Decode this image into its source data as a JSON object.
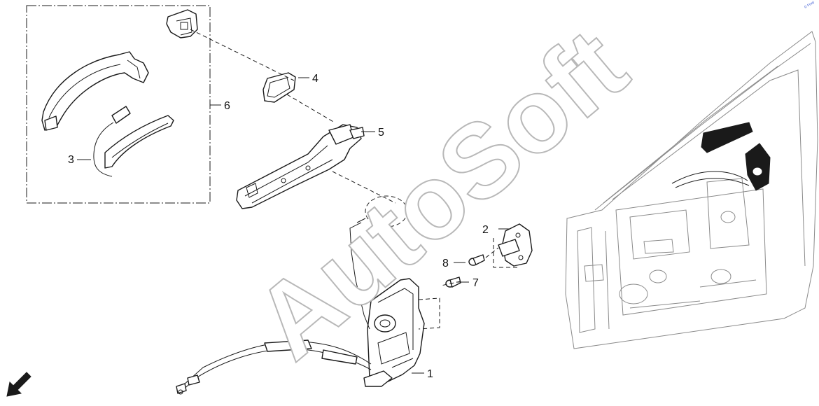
{
  "callouts": {
    "c1": "1",
    "c2": "2",
    "c3": "3",
    "c4": "4",
    "c5": "5",
    "c6": "6",
    "c7": "7",
    "c8": "8"
  },
  "watermark": "AutoSoft",
  "corner_mark": "© Ford",
  "icons": {
    "orientation": "arrow-down-left-icon"
  },
  "colors": {
    "line": "#1a1a1a",
    "door_line": "#8a8a8a",
    "watermark_outline": "#b8b8b8",
    "corner_mark": "#3050d0"
  }
}
